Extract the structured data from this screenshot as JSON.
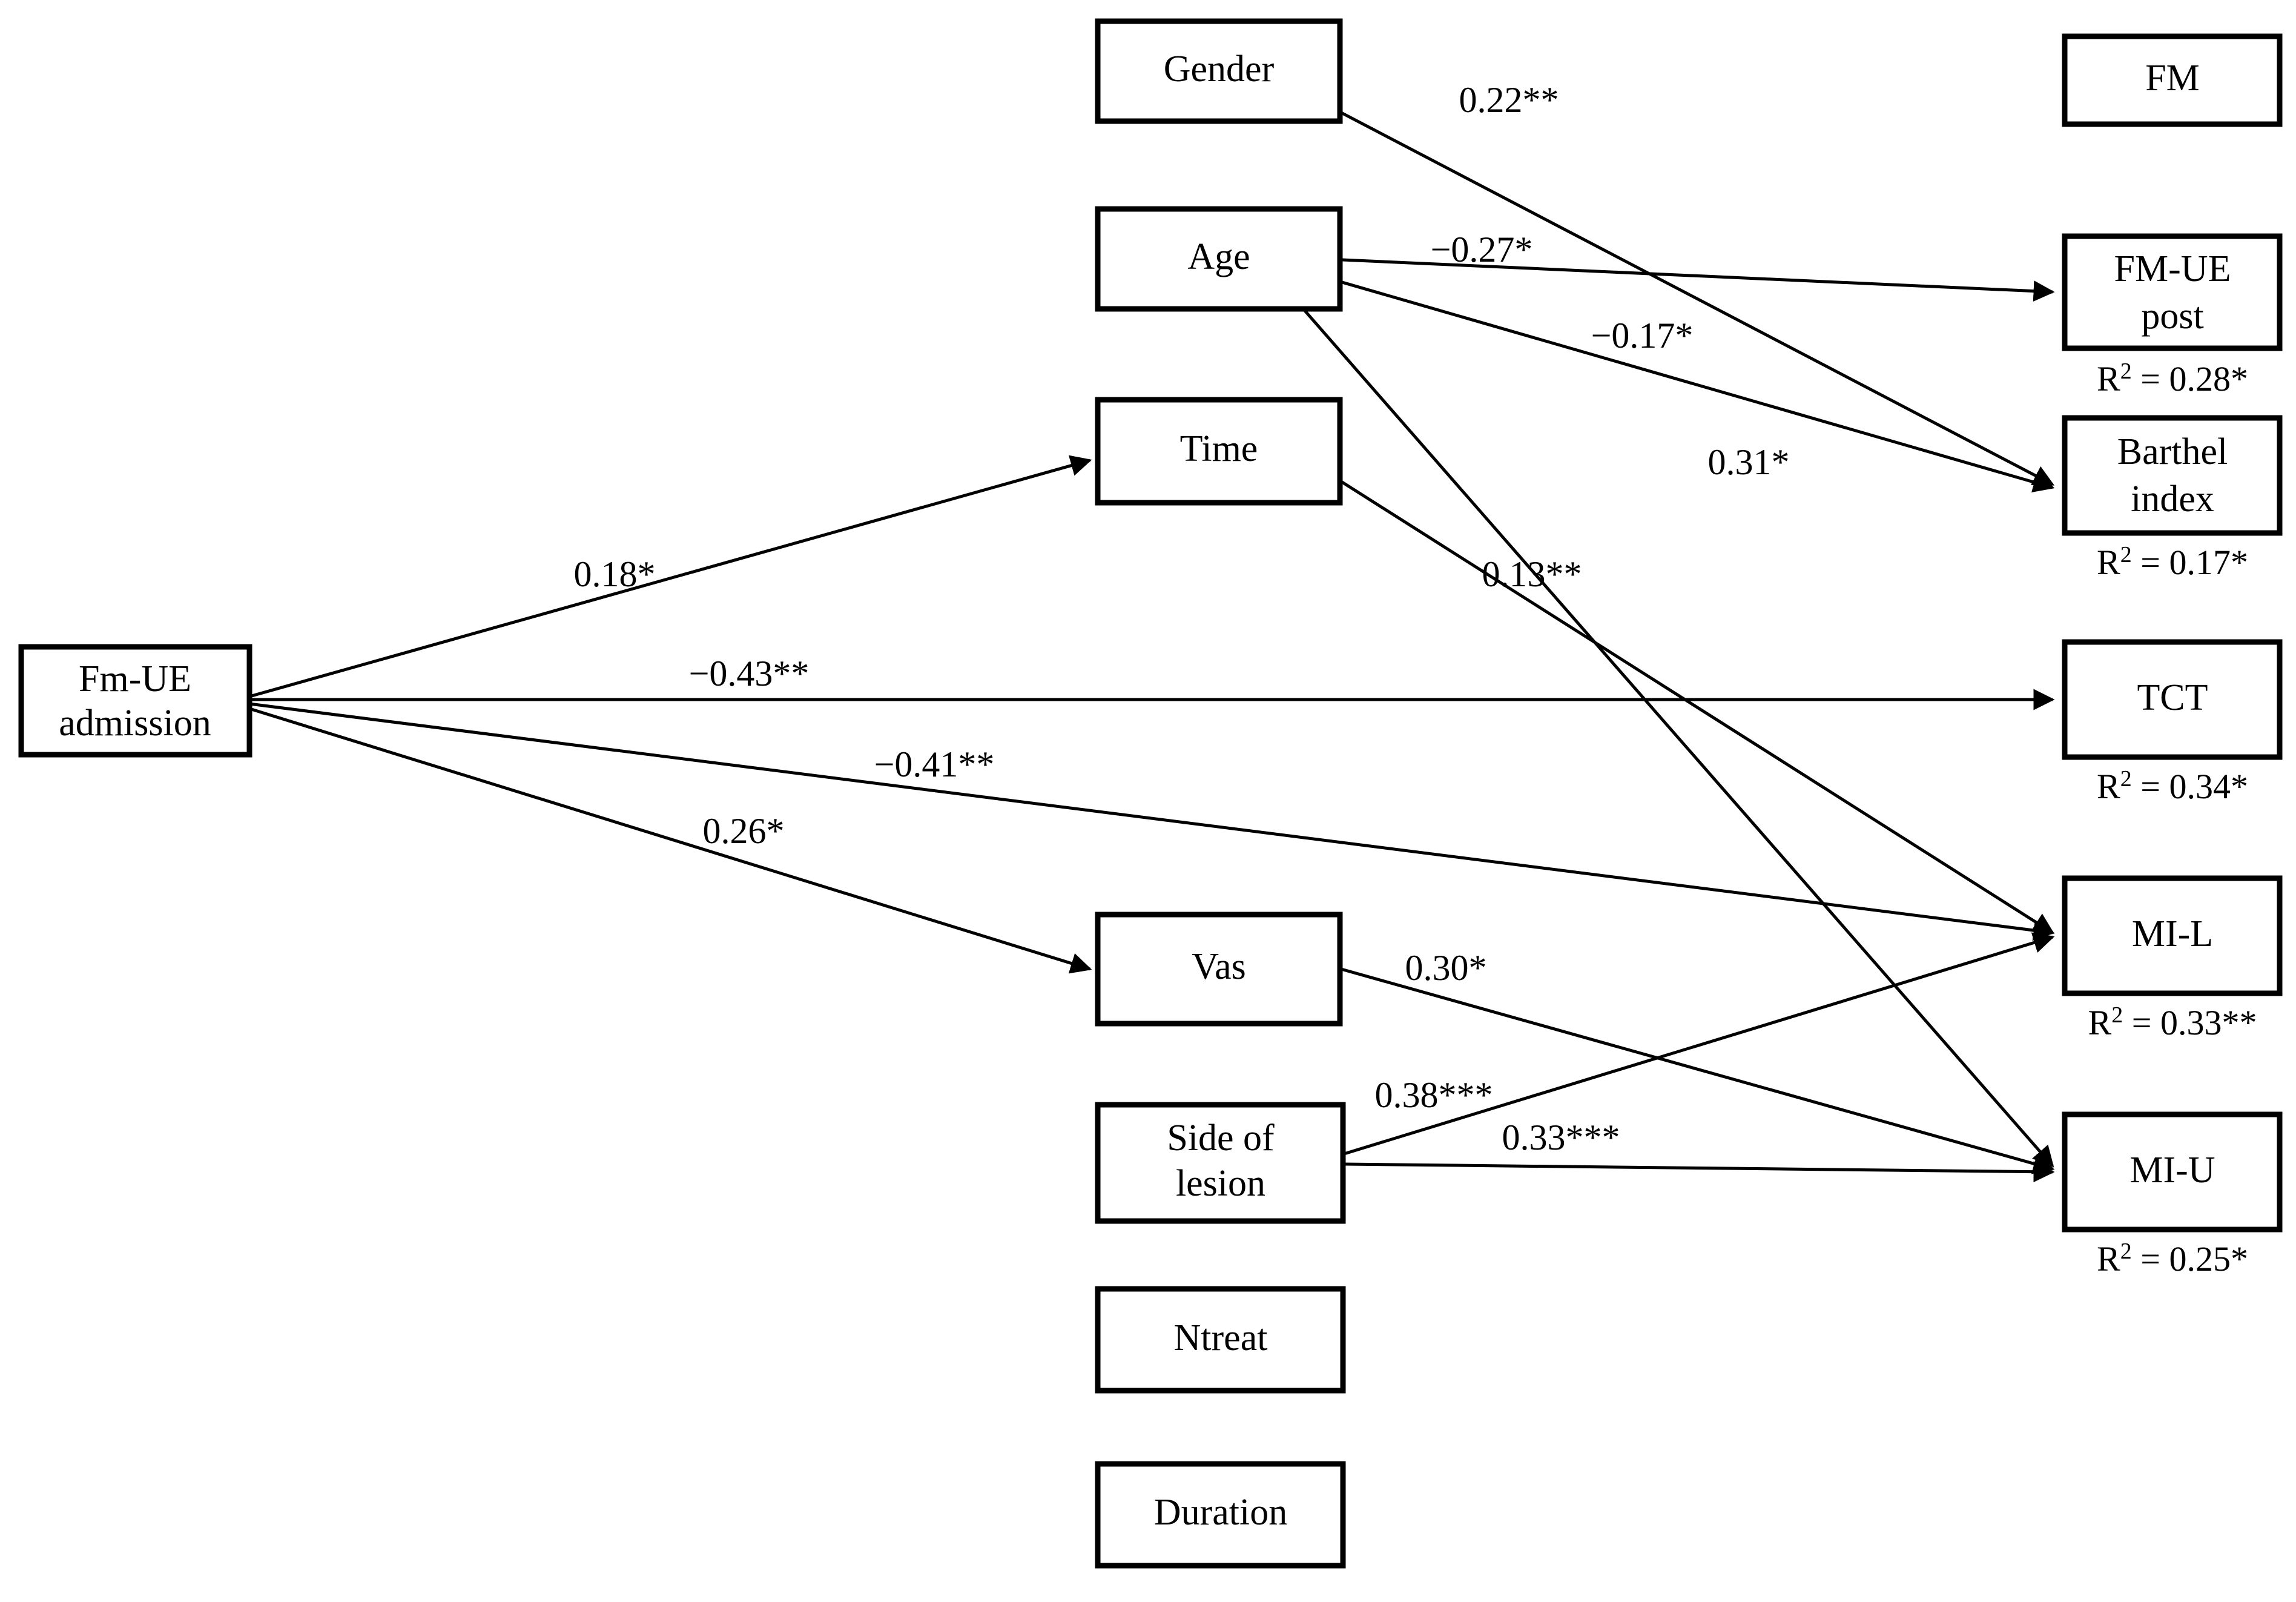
{
  "diagram": {
    "type": "path-diagram",
    "title": "",
    "background_color": "#ffffff",
    "line_color": "#000000",
    "box_border_color": "#000000",
    "box_fill_color": "#ffffff",
    "r2_superscript": "2",
    "r2_prefix": "R",
    "r2_equals": " = "
  },
  "nodes": {
    "predictor": {
      "label": "Fm-UE\nadmission",
      "line1": "Fm-UE",
      "line2": "admission"
    },
    "mediators": [
      {
        "id": "gender",
        "label": "Gender"
      },
      {
        "id": "age",
        "label": "Age"
      },
      {
        "id": "time",
        "label": "Time"
      },
      {
        "id": "vas",
        "label": "Vas"
      },
      {
        "id": "side-of-lesion",
        "label": "Side of lesion",
        "line1": "Side of",
        "line2": "lesion"
      },
      {
        "id": "ntreat",
        "label": "Ntreat"
      },
      {
        "id": "duration",
        "label": "Duration"
      }
    ],
    "outcomes": [
      {
        "id": "fm",
        "label": "FM",
        "r2": null
      },
      {
        "id": "fm-ue-post",
        "label": "FM-UE post",
        "line1": "FM-UE",
        "line2": "post",
        "r2": "0.28*"
      },
      {
        "id": "barthel-index",
        "label": "Barthel index",
        "line1": "Barthel",
        "line2": "index",
        "r2": "0.17*"
      },
      {
        "id": "tct",
        "label": "TCT",
        "r2": "0.34*"
      },
      {
        "id": "mi-l",
        "label": "MI-L",
        "r2": "0.33**"
      },
      {
        "id": "mi-u",
        "label": "MI-U",
        "r2": "0.25*"
      }
    ]
  },
  "paths": [
    {
      "id": "gender-to-barthel",
      "from": "Gender",
      "to": "Barthel index",
      "coefficient": "0.22**"
    },
    {
      "id": "age-to-fm-ue-post",
      "from": "Age",
      "to": "FM-UE post",
      "coefficient": "−0.27*"
    },
    {
      "id": "age-to-barthel",
      "from": "Age",
      "to": "Barthel index",
      "coefficient": "−0.17*"
    },
    {
      "id": "age-to-mi-u",
      "from": "Age",
      "to": "MI-U",
      "coefficient": "0.31*"
    },
    {
      "id": "time-to-mi-l",
      "from": "Time",
      "to": "MI-L",
      "coefficient": "0.13**"
    },
    {
      "id": "fmue-adm-to-time",
      "from": "Fm-UE admission",
      "to": "Time",
      "coefficient": "0.18*"
    },
    {
      "id": "fmue-adm-to-tct",
      "from": "Fm-UE admission",
      "to": "TCT",
      "coefficient": "−0.43**"
    },
    {
      "id": "fmue-adm-to-mi-l",
      "from": "Fm-UE admission",
      "to": "MI-L",
      "coefficient": "−0.41**"
    },
    {
      "id": "fmue-adm-to-vas",
      "from": "Fm-UE admission",
      "to": "Vas",
      "coefficient": "0.26*"
    },
    {
      "id": "vas-to-mi-u",
      "from": "Vas",
      "to": "MI-U",
      "coefficient": "0.30*"
    },
    {
      "id": "side-to-mi-l",
      "from": "Side of lesion",
      "to": "MI-L",
      "coefficient": "0.38***"
    },
    {
      "id": "side-to-mi-u",
      "from": "Side of lesion",
      "to": "MI-U",
      "coefficient": "0.33***"
    }
  ]
}
